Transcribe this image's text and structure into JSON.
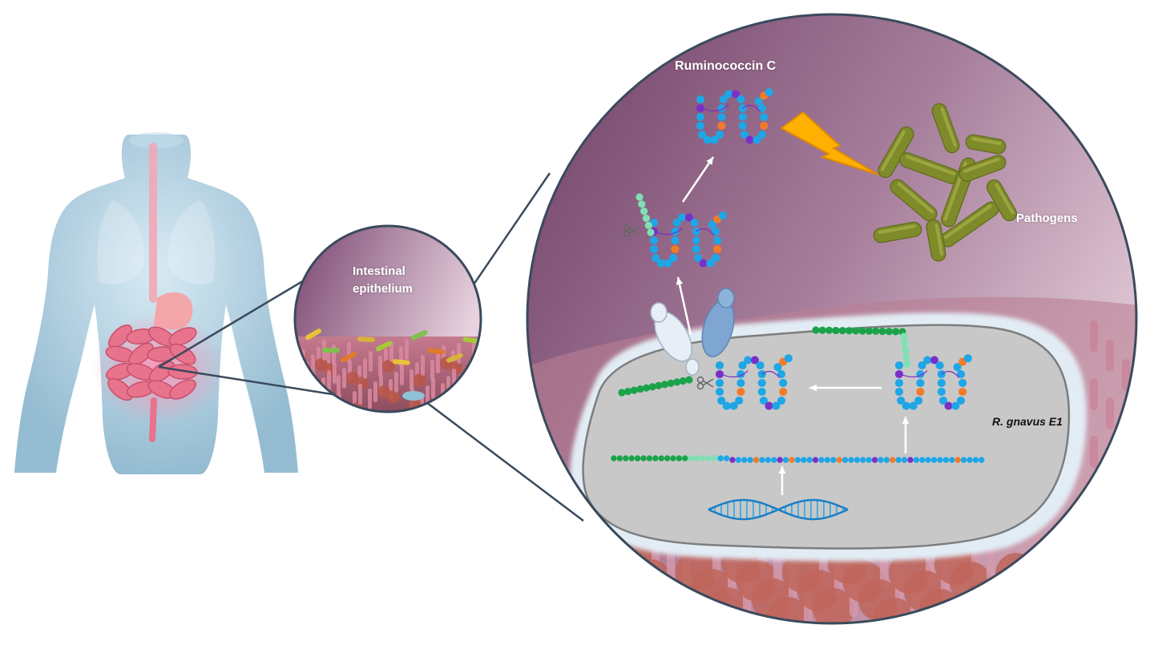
{
  "labels": {
    "ruminococcin": "Ruminococcin C",
    "pathogens": "Pathogens",
    "intestinal_line1": "Intestinal",
    "intestinal_line2": "epithelium",
    "strain": "R. gnavus E1"
  },
  "colors": {
    "background_big_circle": "#8a5a7c",
    "skin": "#b9d6e6",
    "intestine": "#e8738c",
    "bacterium_cell": "#c9c9c9",
    "bacterium_outline": "#dfe9f2",
    "peptide_blue": "#1ea6e6",
    "peptide_purple": "#7b2fc9",
    "peptide_orange": "#f07b2a",
    "leader_green": "#1aa34a",
    "leader_mint": "#7fe0b4",
    "arrow": "#ffffff",
    "lightning": "#ffb000",
    "pathogen": "#7f8a2a",
    "connector": "#3a4a5c"
  },
  "icons": [
    "human-body-icon",
    "zoom-circle-icon",
    "peptide-chain-icon",
    "scissors-icon",
    "lightning-icon",
    "rod-bacteria-icon",
    "dna-helix-icon",
    "arrow-icon"
  ]
}
